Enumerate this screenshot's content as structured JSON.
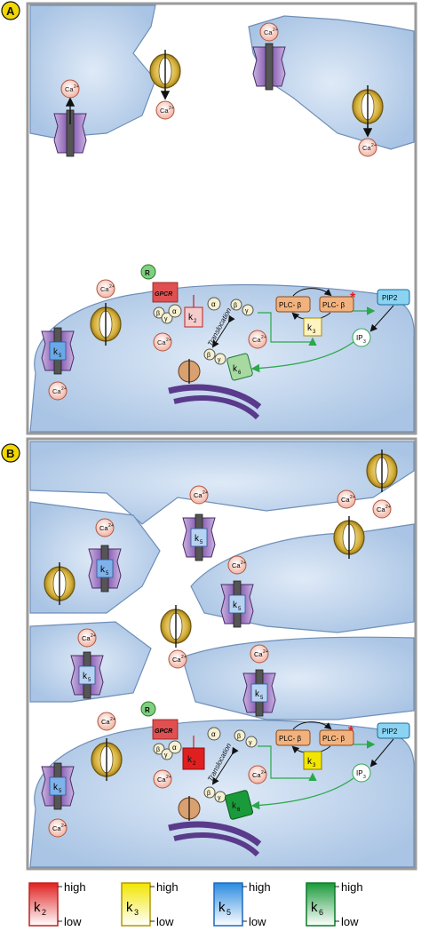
{
  "panels": [
    {
      "letter": "A"
    },
    {
      "letter": "B"
    }
  ],
  "labels": {
    "ca": "Ca",
    "ca_sup": "2+",
    "gpcr": "GPCR",
    "receptor": "R",
    "alpha": "α",
    "beta": "β",
    "gamma": "γ",
    "plc": "PLC- β",
    "pip2": "PIP2",
    "ip3": "IP",
    "ip3_sub": "3",
    "translocation": "Translocation",
    "asterisk": "*",
    "k_letter": "k",
    "k2_sub": "2",
    "k3_sub": "3",
    "k5_sub": "5",
    "k6_sub": "6"
  },
  "legend": {
    "high": "high",
    "low": "low",
    "items": [
      {
        "sub": "2",
        "color": "#e02020",
        "name": "k2"
      },
      {
        "sub": "3",
        "color": "#f2e600",
        "name": "k3"
      },
      {
        "sub": "5",
        "color": "#2a8be0",
        "name": "k5"
      },
      {
        "sub": "6",
        "color": "#1a9a3a",
        "name": "k6"
      }
    ]
  },
  "colors": {
    "cell": "#b8d0ea",
    "cell_edge": "#6f8fb8",
    "panel_border": "#9a9a9a",
    "channel_purple": "#8a5bb0",
    "channel_gold": "#c9a227",
    "ca_fill": "#f6c9bd",
    "plc_fill": "#f2b27d",
    "pip2_fill": "#8ad3f2",
    "arrow_green": "#2aa84a",
    "er_purple": "#5a3a8a"
  }
}
